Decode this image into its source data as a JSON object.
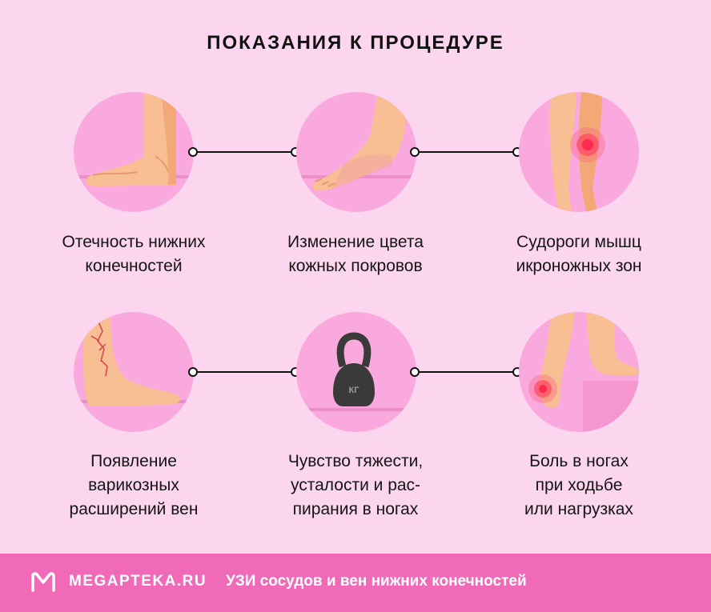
{
  "header": {
    "title": "ПОКАЗАНИЯ К ПРОЦЕДУРЕ"
  },
  "items": [
    {
      "lines": [
        "Отечность нижних",
        "конечностей"
      ],
      "icon": "swollen-foot-icon"
    },
    {
      "lines": [
        "Изменение цвета",
        "кожных покровов"
      ],
      "icon": "foot-skin-color-icon"
    },
    {
      "lines": [
        "Судороги мышц",
        "икроножных зон"
      ],
      "icon": "calf-cramp-icon"
    },
    {
      "lines": [
        "Появление",
        "варикозных",
        "расширений вен"
      ],
      "icon": "varicose-foot-icon"
    },
    {
      "lines": [
        "Чувство тяжести,",
        "усталости и рас-",
        "пирания в ногах"
      ],
      "icon": "kettlebell-icon"
    },
    {
      "lines": [
        "Боль в ногах",
        "при ходьбе",
        "или нагрузках"
      ],
      "icon": "heel-pain-icon"
    }
  ],
  "kettlebell": {
    "label": "КГ"
  },
  "footer": {
    "brand": "MEGAPTEKA.RU",
    "caption": "УЗИ сосудов и вен нижних конечностей"
  },
  "colors": {
    "background": "#fcd5ee",
    "circle": "#f9a9dd",
    "footer": "#f06ab8",
    "skin": "#f8be94",
    "pain": "#ff2a4d"
  }
}
